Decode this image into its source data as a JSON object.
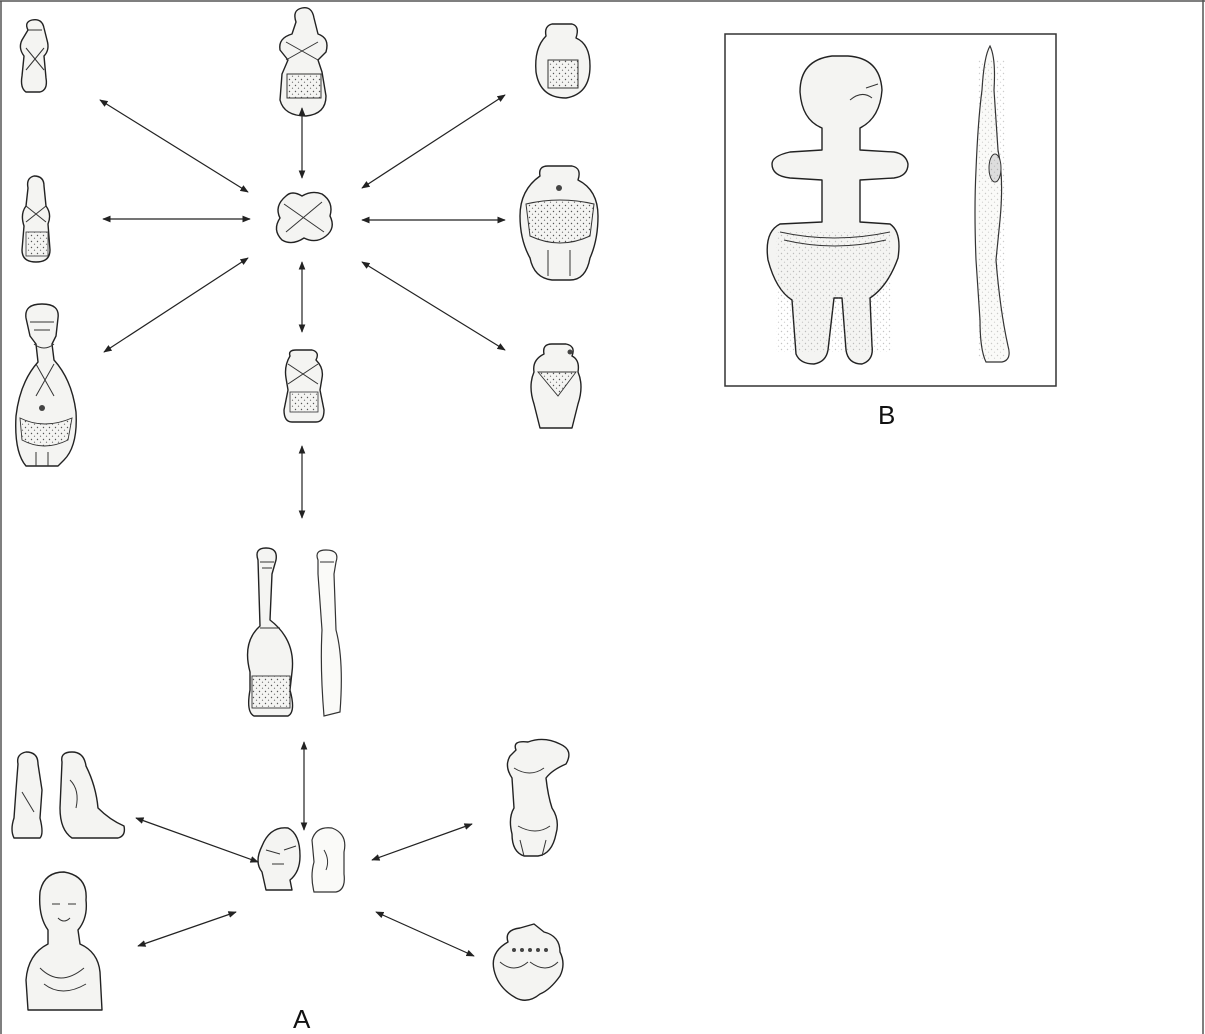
{
  "panels": {
    "a": {
      "label": "A"
    },
    "b": {
      "label": "B"
    }
  },
  "colors": {
    "ink": "#222222",
    "paper": "#f4f4f2",
    "frame": "#333333"
  },
  "icons": {
    "arrow": "double-headed-arrow",
    "figurine": "clay-figurine-drawing"
  }
}
